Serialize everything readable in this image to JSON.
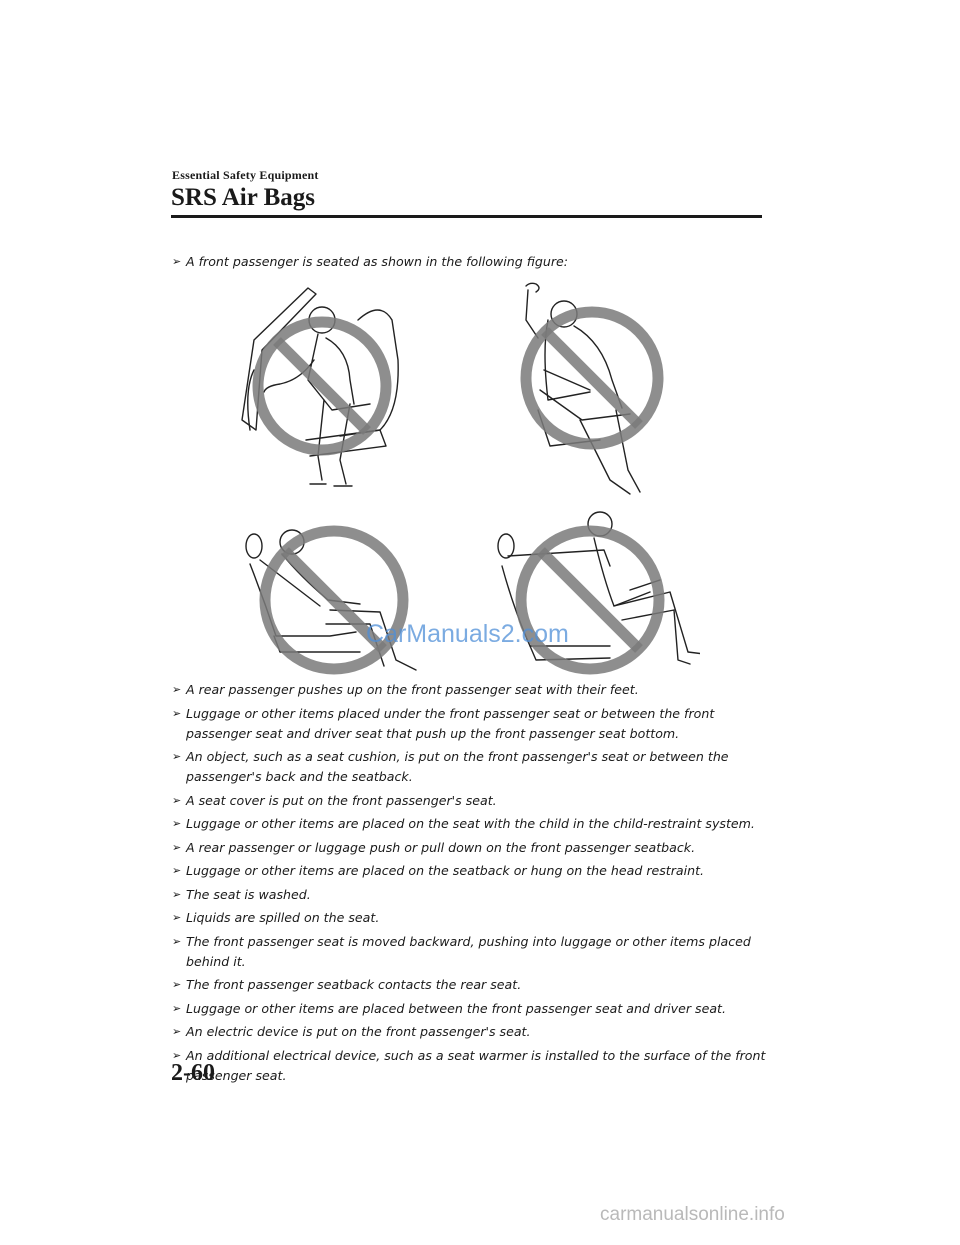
{
  "header": {
    "section": "Essential Safety Equipment",
    "title": "SRS Air Bags"
  },
  "intro": {
    "bullet": "A front passenger is seated as shown in the following figure:"
  },
  "figure": {
    "watermark": "CarManuals2.com"
  },
  "items": [
    "A rear passenger pushes up on the front passenger seat with their feet.",
    "Luggage or other items placed under the front passenger seat or between the front passenger seat and driver seat that push up the front passenger seat bottom.",
    "An object, such as a seat cushion, is put on the front passenger's seat or between the passenger's back and the seatback.",
    "A seat cover is put on the front passenger's seat.",
    "Luggage or other items are placed on the seat with the child in the child-restraint system.",
    "A rear passenger or luggage push or pull down on the front passenger seatback.",
    "Luggage or other items are placed on the seatback or hung on the head restraint.",
    "The seat is washed.",
    "Liquids are spilled on the seat.",
    "The front passenger seat is moved backward, pushing into luggage or other items placed behind it.",
    "The front passenger seatback contacts the rear seat.",
    "Luggage or other items are placed between the front passenger seat and driver seat.",
    "An electric device is put on the front passenger's seat.",
    "An additional electrical device, such as a seat warmer is installed to the surface of the front passenger seat."
  ],
  "bullet_glyph": "➢",
  "footer": {
    "page_number": "2-60",
    "site": "carmanualsonline.info"
  },
  "colors": {
    "prohibition": "#7a7a7a",
    "watermark": "#4f8fd8"
  }
}
